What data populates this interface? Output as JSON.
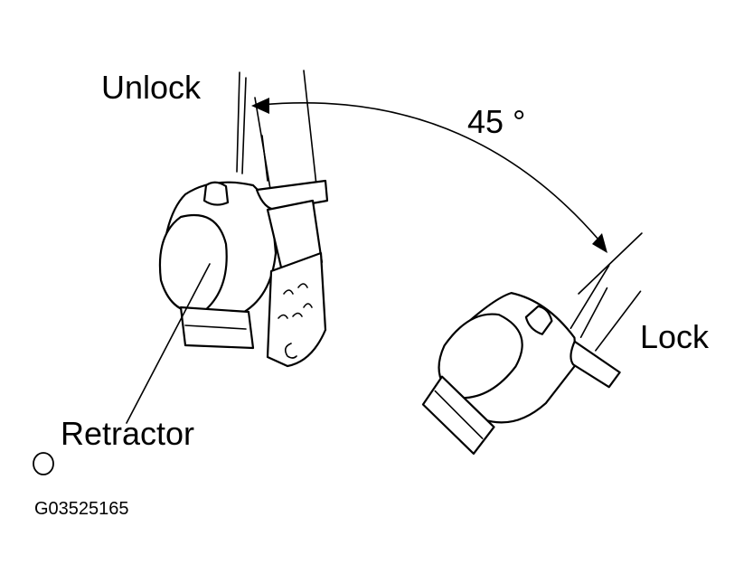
{
  "labels": {
    "unlock": "Unlock",
    "angle": "45 °",
    "lock": "Lock",
    "retractor": "Retractor",
    "code": "G03525165"
  },
  "colors": {
    "ink": "#000000",
    "paper": "#ffffff"
  }
}
